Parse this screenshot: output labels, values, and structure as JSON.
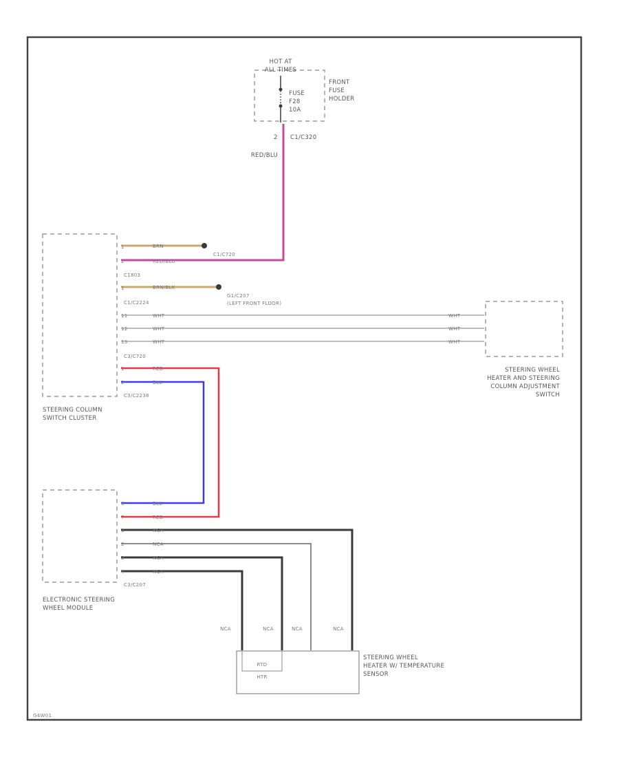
{
  "colors": {
    "frame": "#444444",
    "pink_wire": "#c04a9e",
    "red_wire": "#e8383e",
    "blue_wire": "#3c3ce8",
    "black_wire": "#3a3a3a",
    "tan_wire": "#c8a870",
    "white_wire": "#bdbdbd"
  },
  "fuse_box": {
    "hot_line1": "HOT AT",
    "hot_line2": "ALL TIMES",
    "fuse_line1": "FUSE",
    "fuse_line2": "F28",
    "fuse_line3": "10A",
    "holder_line1": "FRONT",
    "holder_line2": "FUSE",
    "holder_line3": "HOLDER",
    "pin": "2",
    "connector": "C1/C320"
  },
  "wires": {
    "feed": "RED/BLU",
    "c1_a": "BRN",
    "c1_b": "RED/BLU",
    "c1_c": "BRN/BLK",
    "w1": "WHT",
    "w2": "WHT",
    "w3": "WHT",
    "w1_r": "WHT",
    "w2_r": "WHT",
    "w3_r": "WHT",
    "red_top": "RED",
    "blu_top": "BLU",
    "blu_bot": "BLU",
    "red_bot": "RED",
    "n1": "NCA",
    "n2": "NCA",
    "n3": "NCA",
    "n4": "NCA",
    "v1": "NCA",
    "v2": "NCA",
    "v3": "NCA",
    "v4": "NCA"
  },
  "pins": {
    "p1": "1",
    "p2": "2",
    "p3": "1",
    "p4": "11",
    "p5": "12",
    "p6": "13",
    "p7": "1",
    "p8": "2",
    "e1": "6",
    "e2": "7",
    "e3": "1",
    "e4": "2",
    "e5": "3",
    "e6": "4"
  },
  "connectors": {
    "c1": "C1/C720",
    "c2": "C1803",
    "c3": "C1/C2224",
    "c4": "C3/C720",
    "c5": "C3/C2238",
    "c6": "C3/C207"
  },
  "ground": {
    "label": "G1/C207",
    "desc": "(LEFT FRONT FLOOR)"
  },
  "components": {
    "switch_cluster_line1": "STEERING COLUMN",
    "switch_cluster_line2": "SWITCH CLUSTER",
    "heater_switch_line1": "STEERING WHEEL",
    "heater_switch_line2": "HEATER AND STEERING",
    "heater_switch_line3": "COLUMN ADJUSTMENT",
    "heater_switch_line4": "SWITCH",
    "esw_module_line1": "ELECTRONIC STEERING",
    "esw_module_line2": "WHEEL MODULE",
    "heater_line1": "STEERING WHEEL",
    "heater_line2": "HEATER W/ TEMPERATURE",
    "heater_line3": "SENSOR",
    "heater_inner": "RTD",
    "heater_inner2": "HTR"
  },
  "footer": {
    "code": "G4W01"
  }
}
